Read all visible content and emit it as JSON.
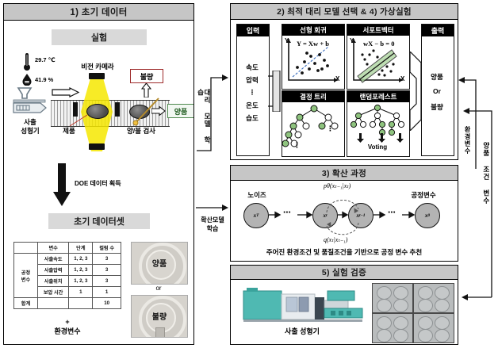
{
  "panels": {
    "p1": {
      "title": "1) 초기 데이터",
      "sub_experiment": "실험",
      "sub_dataset": "초기 데이터셋",
      "doe_label": "DOE 데이터 획득",
      "machine_label": "사출\n성형기",
      "machine_label_l1": "사출",
      "machine_label_l2": "성형기",
      "temperature": "29.7 ℃",
      "humidity": "41.9 %",
      "camera_label": "비전 카메라",
      "product_label": "제품",
      "inspection_label": "양/불 검사",
      "defect_label": "불량",
      "good_label": "양품",
      "plus_sign": "+",
      "env_var_label": "환경변수",
      "photo_good": "양품",
      "photo_or": "or",
      "photo_bad": "불량"
    },
    "p2": {
      "title": "2) 최적 대리 모델 선택 & 4) 가상실험",
      "input_header": "입력",
      "input_items": [
        "속도",
        "압력",
        "⋮",
        "온도",
        "습도"
      ],
      "output_header": "출력",
      "output_items": [
        "양품",
        "Or",
        "불량"
      ],
      "models": [
        {
          "name": "선형 회귀",
          "formula": "Y = Xw + b",
          "xlabel": "X",
          "ylabel": "Y"
        },
        {
          "name": "서포트벡터",
          "formula": "wX − b = 0",
          "xlabel": "X",
          "ylabel": "Y"
        },
        {
          "name": "결정 트리",
          "ellipsis": "⋮"
        },
        {
          "name": "랜덤포레스트",
          "voting": "Voting"
        }
      ]
    },
    "p3": {
      "title": "3) 확산 과정",
      "noise_label": "노이즈",
      "process_var_label": "공정변수",
      "p_theta": "p",
      "p_theta_sub": "θ",
      "p_theta_arg": "(x",
      "forward_formula": "q(xₜ|xₜ₋₁)",
      "reverse_formula": "pθ(xₜ₋₁|xₜ)",
      "nodes": [
        "x_T",
        "x_t",
        "x_{t-1}",
        "x_0"
      ],
      "node_labels": [
        "x",
        "x",
        "x",
        "x"
      ],
      "node_subs": [
        "T",
        "t",
        "t−1",
        "0"
      ],
      "dots": "⋯",
      "caption": "주어진 환경조건 및 품질조건을 기반으로 공정 변수 추천"
    },
    "p5": {
      "title": "5) 실험 검증",
      "machine_label": "사출 성형기"
    }
  },
  "connectors": {
    "surrogate_training": "대리 모델 학습",
    "diffusion_training_l1": "확산모델",
    "diffusion_training_l2": "학습",
    "env_variable": "환경변수",
    "good_condition_variable": "양품 조건 변수"
  },
  "table": {
    "headers": [
      "",
      "변수",
      "단계",
      "컬럼 수"
    ],
    "group_label_l1": "공정",
    "group_label_l2": "변수",
    "rows": [
      {
        "variable": "사출속도",
        "levels": "1, 2, 3",
        "columns": "3"
      },
      {
        "variable": "사출압력",
        "levels": "1, 2, 3",
        "columns": "3"
      },
      {
        "variable": "사출위치",
        "levels": "1, 2, 3",
        "columns": "3"
      },
      {
        "variable": "보압 시간",
        "levels": "1",
        "columns": "1"
      }
    ],
    "total_label": "합계",
    "total_columns": "10"
  },
  "colors": {
    "header_gray": "#c6c6c6",
    "sub_gray": "#d9d9d9",
    "beam_yellow": "#f6e800",
    "defect_red": "#9e2b2b",
    "good_green": "#4f8a4f",
    "node_gray": "#b3b3b3",
    "tree_green": "#8ec37e",
    "machine_teal": "#46b3ad"
  }
}
